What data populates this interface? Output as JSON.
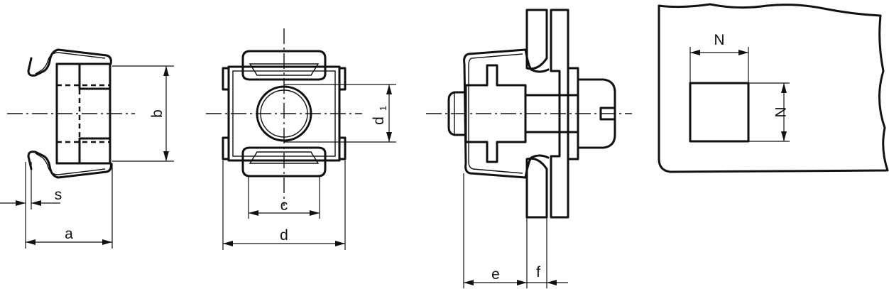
{
  "labels": {
    "s": "s",
    "a": "a",
    "b": "b",
    "c": "c",
    "d": "d",
    "d1_base": "d",
    "d1_sub": "1",
    "e": "e",
    "f": "f",
    "N_top": "N",
    "N_side": "N"
  }
}
